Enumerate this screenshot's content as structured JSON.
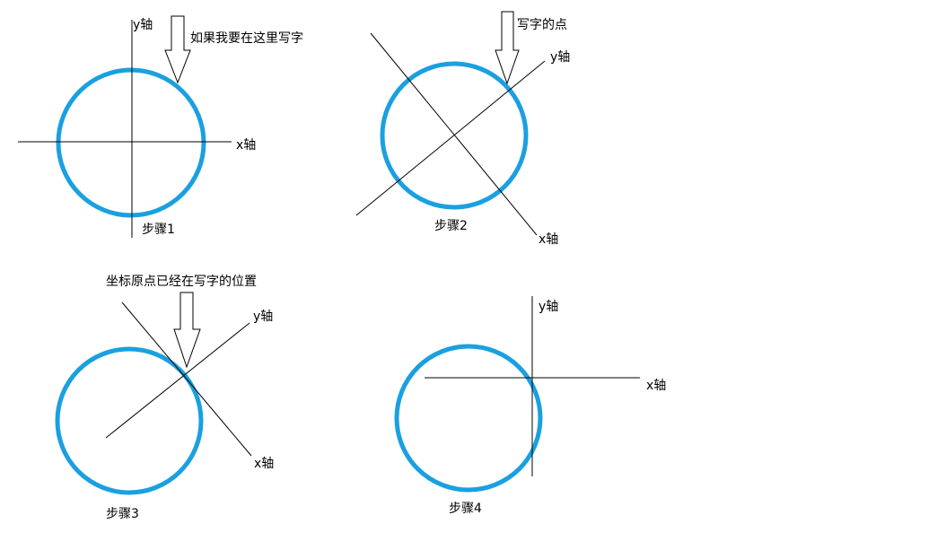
{
  "colors": {
    "circle": "#1aa0e0",
    "line": "#000000",
    "background": "#ffffff"
  },
  "steps": [
    {
      "caption": "步骤1",
      "y_axis_label": "y轴",
      "x_axis_label": "x轴",
      "note": "如果我要在这里写字"
    },
    {
      "caption": "步骤2",
      "y_axis_label": "y轴",
      "x_axis_label": "x轴",
      "note": "写字的点"
    },
    {
      "caption": "步骤3",
      "y_axis_label": "y轴",
      "x_axis_label": "x轴",
      "note": "坐标原点已经在写字的位置"
    },
    {
      "caption": "步骤4",
      "y_axis_label": "y轴",
      "x_axis_label": "x轴"
    }
  ],
  "icons": {
    "pointer": "down-arrow-icon"
  }
}
